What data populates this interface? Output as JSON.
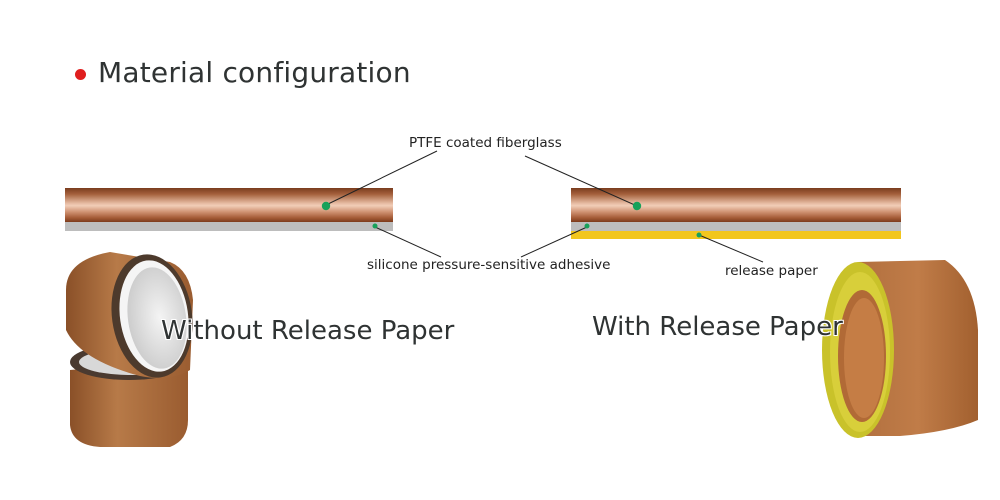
{
  "title": {
    "text": "Material configuration",
    "bullet_color": "#e01e1e"
  },
  "labels": {
    "ptfe": "PTFE coated fiberglass",
    "adhesive": "silicone pressure-sensitive adhesive",
    "release_paper": "release paper"
  },
  "panels": {
    "left": {
      "caption": "Without Release Paper",
      "layers": [
        "PTFE coated fiberglass",
        "silicone pressure-sensitive adhesive"
      ]
    },
    "right": {
      "caption": "With Release Paper",
      "layers": [
        "PTFE coated fiberglass",
        "silicone pressure-sensitive adhesive",
        "release paper"
      ]
    }
  },
  "colors": {
    "ptfe_layer": "#b8714d",
    "adhesive_layer": "#bdbdbd",
    "release_layer": "#f2c61d",
    "marker": "#17a15a",
    "tape_brown": "#a8673a"
  }
}
